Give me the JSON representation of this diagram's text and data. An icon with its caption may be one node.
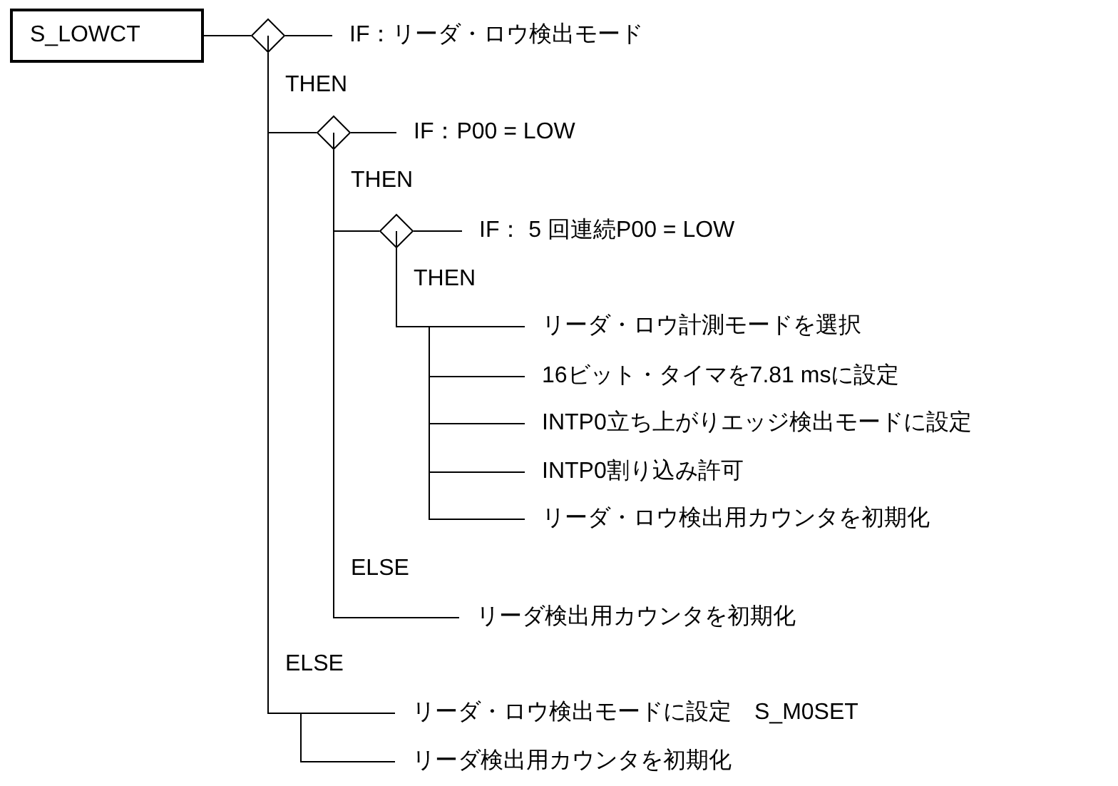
{
  "diagram": {
    "nodes": [
      {
        "text": [
          "S_LOWCT"
        ]
      },
      {
        "text": [],
        "shape": "diamond"
      },
      {
        "text": [
          "IF：リーダ・ロウ検出モード"
        ]
      },
      {
        "text": [],
        "shape": "diamond"
      },
      {
        "text": [
          "IF：P00 = LOW"
        ]
      },
      {
        "text": [],
        "shape": "diamond"
      },
      {
        "text": [
          "IF： 5 回連続P00 = LOW"
        ]
      },
      {
        "text": [
          "リーダ・ロウ計測モードを選択"
        ]
      },
      {
        "text": [
          "16ビット・タイマを7.81 msに設定"
        ]
      },
      {
        "text": [
          "INTP0立ち上がりエッジ検出モードに設定"
        ]
      },
      {
        "text": [
          "INTP0割り込み許可"
        ]
      },
      {
        "text": [
          "リーダ・ロウ検出用カウンタを初期化"
        ]
      },
      {
        "text": [
          "リーダ検出用カウンタを初期化"
        ]
      },
      {
        "text": [
          "リーダ・ロウ検出モードに設定　S_M0SET"
        ]
      },
      {
        "text": [
          "リーダ検出用カウンタを初期化"
        ]
      }
    ],
    "edges": [
      {
        "from": 0,
        "to": 1,
        "arrow": "none"
      },
      {
        "from": 1,
        "to": 2,
        "arrow": "none"
      },
      {
        "from": 1,
        "to": 3,
        "arrow": "none"
      },
      {
        "from": 3,
        "to": 4,
        "arrow": "none"
      },
      {
        "from": 3,
        "to": 5,
        "arrow": "none"
      },
      {
        "from": 5,
        "to": 6,
        "arrow": "none"
      },
      {
        "from": 5,
        "to": 7,
        "arrow": "none"
      },
      {
        "from": 5,
        "to": 8,
        "arrow": "none"
      },
      {
        "from": 5,
        "to": 9,
        "arrow": "none"
      },
      {
        "from": 5,
        "to": 10,
        "arrow": "none"
      },
      {
        "from": 5,
        "to": 11,
        "arrow": "none"
      },
      {
        "from": 3,
        "to": 12,
        "arrow": "none"
      },
      {
        "from": 1,
        "to": 13,
        "arrow": "none"
      },
      {
        "from": 1,
        "to": 14,
        "arrow": "none"
      }
    ],
    "labels": [
      "THEN",
      "THEN",
      "THEN",
      "ELSE",
      "ELSE"
    ]
  }
}
